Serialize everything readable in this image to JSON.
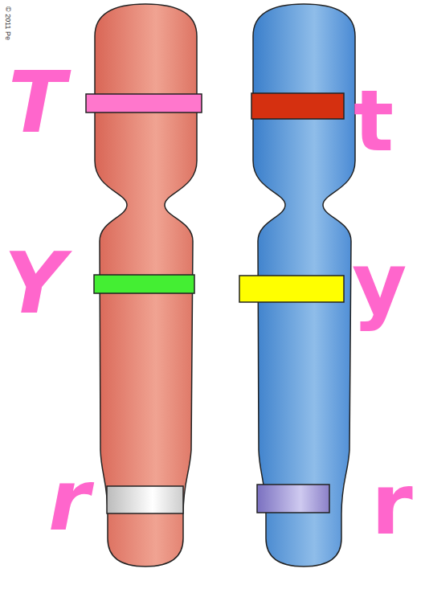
{
  "diagram": {
    "labels": [
      "© 2011 Pe",
      "T",
      "t",
      "Y",
      "y",
      "r",
      "r"
    ]
  }
}
